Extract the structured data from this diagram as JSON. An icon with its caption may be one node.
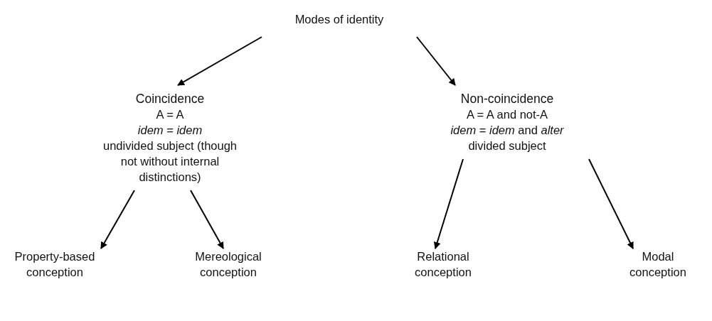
{
  "diagram": {
    "nodes": [
      {
        "text": [
          "Modes of identity"
        ]
      },
      {
        "text": [
          "Coincidence",
          "A = A",
          "*idem* = *idem*",
          "undivided subject (though not without internal distinctions)"
        ]
      },
      {
        "text": [
          "Non-coincidence",
          "A = A and not-A",
          "*idem* = *idem* and *alter*",
          "divided subject"
        ]
      },
      {
        "text": [
          "Property-based conception"
        ]
      },
      {
        "text": [
          "Mereological conception"
        ]
      },
      {
        "text": [
          "Relational conception"
        ]
      },
      {
        "text": [
          "Modal conception"
        ]
      }
    ],
    "edges": [
      {
        "from": 0,
        "to": 1,
        "arrow": "to"
      },
      {
        "from": 0,
        "to": 2,
        "arrow": "to"
      },
      {
        "from": 1,
        "to": 3,
        "arrow": "to"
      },
      {
        "from": 1,
        "to": 4,
        "arrow": "to"
      },
      {
        "from": 2,
        "to": 5,
        "arrow": "to"
      },
      {
        "from": 2,
        "to": 6,
        "arrow": "to"
      }
    ]
  }
}
